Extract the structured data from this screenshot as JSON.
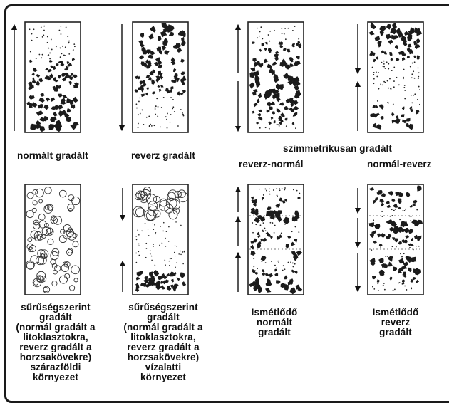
{
  "panels": [
    {
      "id": "normal",
      "pattern": "normal"
    },
    {
      "id": "reverse",
      "pattern": "reverse"
    },
    {
      "id": "sym-reverse-normal",
      "pattern": "rev-norm"
    },
    {
      "id": "sym-normal-reverse",
      "pattern": "norm-rev"
    },
    {
      "id": "density-dry",
      "pattern": "circles"
    },
    {
      "id": "density-water",
      "pattern": "circles-dots"
    },
    {
      "id": "repeated-normal",
      "pattern": "repeat-normal"
    },
    {
      "id": "repeated-reverse",
      "pattern": "repeat-reverse"
    }
  ],
  "labels": {
    "normal": "normált gradált",
    "reverse": "reverz gradált",
    "symmetric": "szimmetrikusan gradált",
    "reverse_normal": "reverz-normál",
    "normal_reverse": "normál-reverz",
    "density_dry": "sűrűségszerint\ngradált\n(normál gradált a\nlitoklasztokra,\nreverz gradált a\nhorzsakövekre)\nszárazföldi\nkörnyezet",
    "density_water": "sűrűségszerint\ngradált\n(normál gradált a\nlitoklasztokra,\nreverz gradált a\nhorzsakövekre)\nvízalatti\nkörnyezet",
    "repeated_normal": "Ismétlődő\nnormált\ngradált",
    "repeated_reverse": "Ismétlődő\nreverz\ngradált"
  }
}
